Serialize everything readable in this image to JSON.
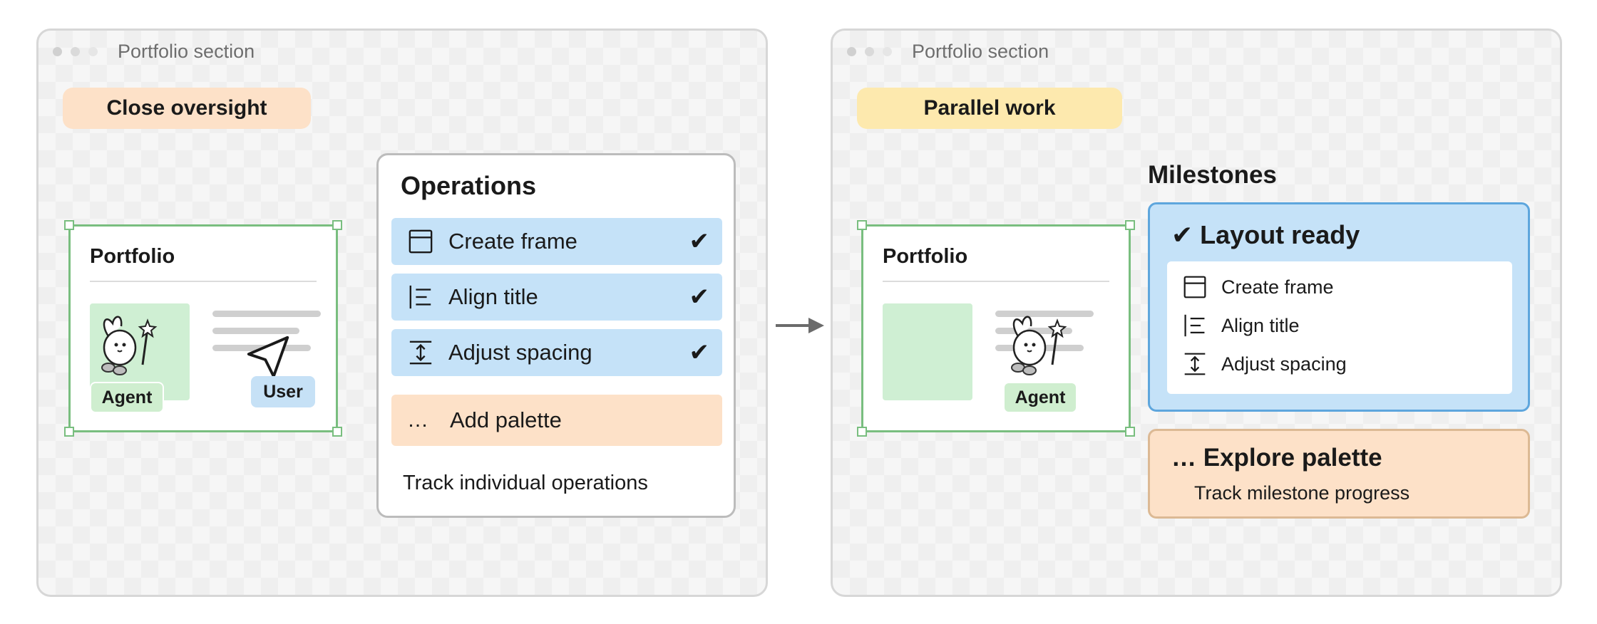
{
  "left_panel": {
    "window_title": "Portfolio section",
    "mode_label": "Close oversight",
    "mode_color": "#fde1c8",
    "frame_title": "Portfolio",
    "agent_tag": "Agent",
    "user_tag": "User",
    "operations": {
      "title": "Operations",
      "items": [
        {
          "label": "Create frame",
          "icon": "frame-icon",
          "status": "✔"
        },
        {
          "label": "Align title",
          "icon": "align-left-icon",
          "status": "✔"
        },
        {
          "label": "Adjust spacing",
          "icon": "spacing-icon",
          "status": "✔"
        }
      ],
      "pending": {
        "prefix": "…",
        "label": "Add palette"
      },
      "footer": "Track individual operations"
    }
  },
  "right_panel": {
    "window_title": "Portfolio section",
    "mode_label": "Parallel work",
    "mode_color": "#fde9ae",
    "frame_title": "Portfolio",
    "agent_tag": "Agent",
    "milestones": {
      "heading": "Milestones",
      "completed": {
        "title": "✔ Layout ready",
        "items": [
          {
            "label": "Create frame",
            "icon": "frame-icon"
          },
          {
            "label": "Align title",
            "icon": "align-left-icon"
          },
          {
            "label": "Adjust spacing",
            "icon": "spacing-icon"
          }
        ]
      },
      "pending": {
        "title": "… Explore palette",
        "subtitle": "Track milestone progress"
      }
    }
  },
  "colors": {
    "done": "#c5e2f8",
    "done_border": "#5ea6dd",
    "pending": "#fde1c8",
    "selection": "#79be7f",
    "agent": "#cfeecf",
    "user": "#c6e1f6"
  }
}
